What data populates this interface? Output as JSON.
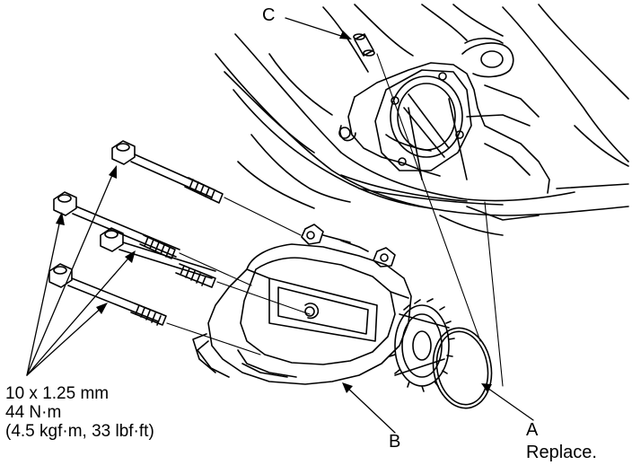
{
  "callouts": {
    "c": "C",
    "b": "B",
    "a": "A",
    "a_note": "Replace."
  },
  "torque_spec": {
    "size": "10 x 1.25 mm",
    "torque_metric": "44 N·m",
    "torque_other": "(4.5 kgf·m, 33 lbf·ft)"
  },
  "colors": {
    "line": "#000000",
    "background": "#ffffff"
  }
}
